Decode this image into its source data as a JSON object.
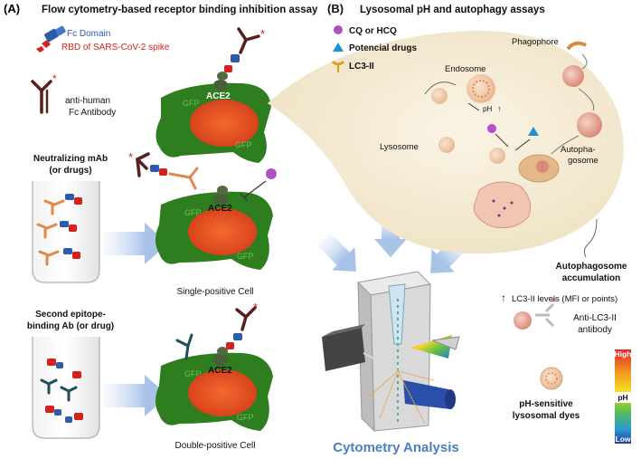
{
  "panel_a": {
    "letter": "(A)",
    "title": "Flow cytometry-based receptor binding inhibition assay",
    "legend": {
      "fc_domain": "Fc Domain",
      "rbd": "RBD of SARS-CoV-2 spike",
      "anti_fc_line1": "anti-human",
      "anti_fc_line2": "Fc Antibody"
    },
    "neutralizing_line1": "Neutralizing mAb",
    "neutralizing_line2": "(or drugs)",
    "second_line1": "Second epitope-",
    "second_line2": "binding Ab (or drug)",
    "ace2": "ACE2",
    "gfp": "GFP",
    "single_positive": "Single-positive Cell",
    "double_positive": "Double-positive Cell",
    "cytometry": "Cytometry Analysis"
  },
  "panel_b": {
    "letter": "(B)",
    "title": "Lysosomal pH and autophagy assays",
    "legend": {
      "cq": "CQ or HCQ",
      "drugs": "Potencial drugs",
      "lc3": "LC3-II"
    },
    "endosome": "Endosome",
    "lysosome": "Lysosome",
    "phagophore": "Phagophore",
    "autophagosome_line1": "Autopha-",
    "autophagosome_line2": "gosome",
    "ph_up": "pH",
    "accumulation_line1": "Autophagosome",
    "accumulation_line2": "accumulation",
    "lc3_levels": "LC3-II levels (MFI or points)",
    "anti_lc3_line1": "Anti-LC3-II",
    "anti_lc3_line2": "antibody",
    "dyes_line1": "pH-sensitive",
    "dyes_line2": "lysosomal dyes",
    "scale_high": "High",
    "scale_ph": "pH",
    "scale_low": "Low"
  },
  "colors": {
    "fc_blue": "#2a5caa",
    "rbd_red": "#d4231c",
    "cell_green": "#2e8b22",
    "nucleus": "#e8512a",
    "cytometry_blue": "#4a7fc1",
    "bubble": "#f5ecd8"
  }
}
